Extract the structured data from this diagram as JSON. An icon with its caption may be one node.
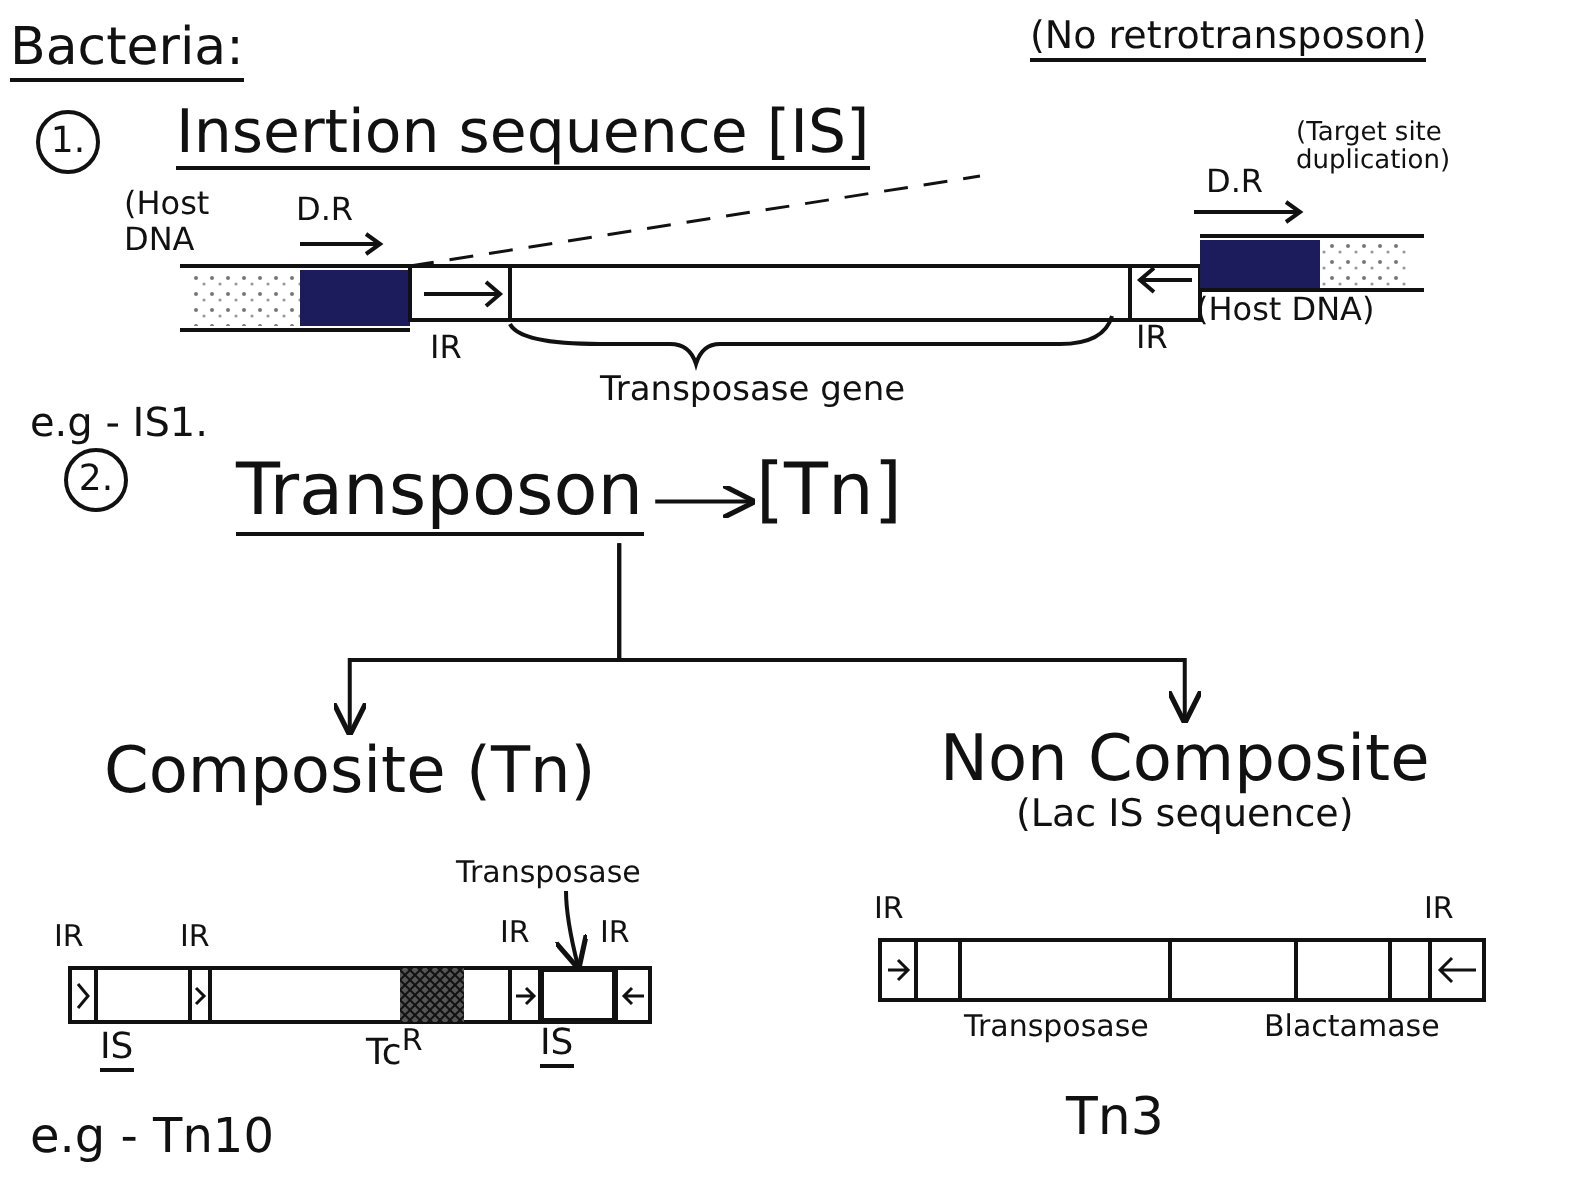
{
  "diagram": {
    "nodes": [
      {
        "text": [
          "Transposon"
        ]
      },
      {
        "text": [
          "[Tn]"
        ]
      },
      {
        "text": [
          "Composite (Tn)"
        ]
      },
      {
        "text": [
          "Non Composite",
          "(Lac IS sequence)"
        ]
      },
      {
        "text": [
          "Transposase"
        ]
      },
      {
        "text": [],
        "shape": "box"
      }
    ],
    "edges": [
      {
        "from": 0,
        "to": 1,
        "arrow": "to"
      },
      {
        "from": 0,
        "to": 2,
        "arrow": "to"
      },
      {
        "from": 0,
        "to": 3,
        "arrow": "to"
      },
      {
        "from": 4,
        "to": 5,
        "arrow": "to"
      }
    ],
    "labels": [
      "Bacteria:",
      "(No retrotransposon)",
      "1.",
      "Insertion sequence [IS]",
      "(Host DNA",
      "D.R",
      "D.R",
      "(Target site duplication)",
      "IR",
      "IR",
      "(Host DNA)",
      "Transposase gene",
      "e.g - IS1.",
      "2.",
      "IR",
      "IR",
      "IR",
      "IR",
      "IS",
      "Tc$^{R}$",
      "IS",
      "e.g - Tn10",
      "IR",
      "IR",
      "Transposase",
      "Blactamase",
      "Tn3"
    ]
  }
}
